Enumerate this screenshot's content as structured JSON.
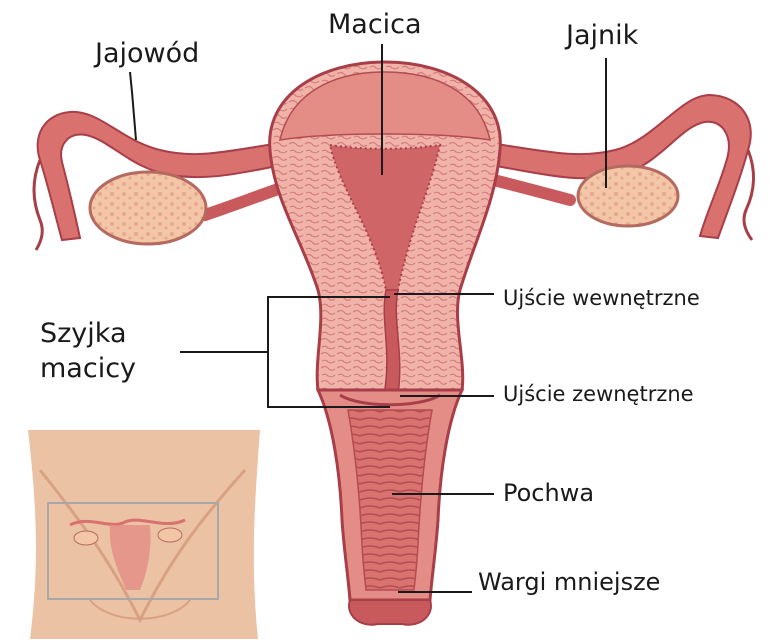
{
  "labels": {
    "macica": "Macica",
    "jajowod": "Jajowód",
    "jajnik": "Jajnik",
    "szyjka_macicy_line1": "Szyjka",
    "szyjka_macicy_line2": "macicy",
    "ujscie_wewnetrzne": "Ujście wewnętrzne",
    "ujscie_zewnetrzne": "Ujście zewnętrzne",
    "pochwa": "Pochwa",
    "wargi_mniejsze": "Wargi mniejsze"
  },
  "colors": {
    "tissue_light": "#f2b8b0",
    "tissue_mid": "#e48c86",
    "tissue_dark": "#c85a5e",
    "tissue_deep": "#a83e48",
    "ovary": "#f3c6a8",
    "skin": "#ecc2a4",
    "line": "#1a1a1a",
    "inset_frame": "#a8a8a8"
  }
}
